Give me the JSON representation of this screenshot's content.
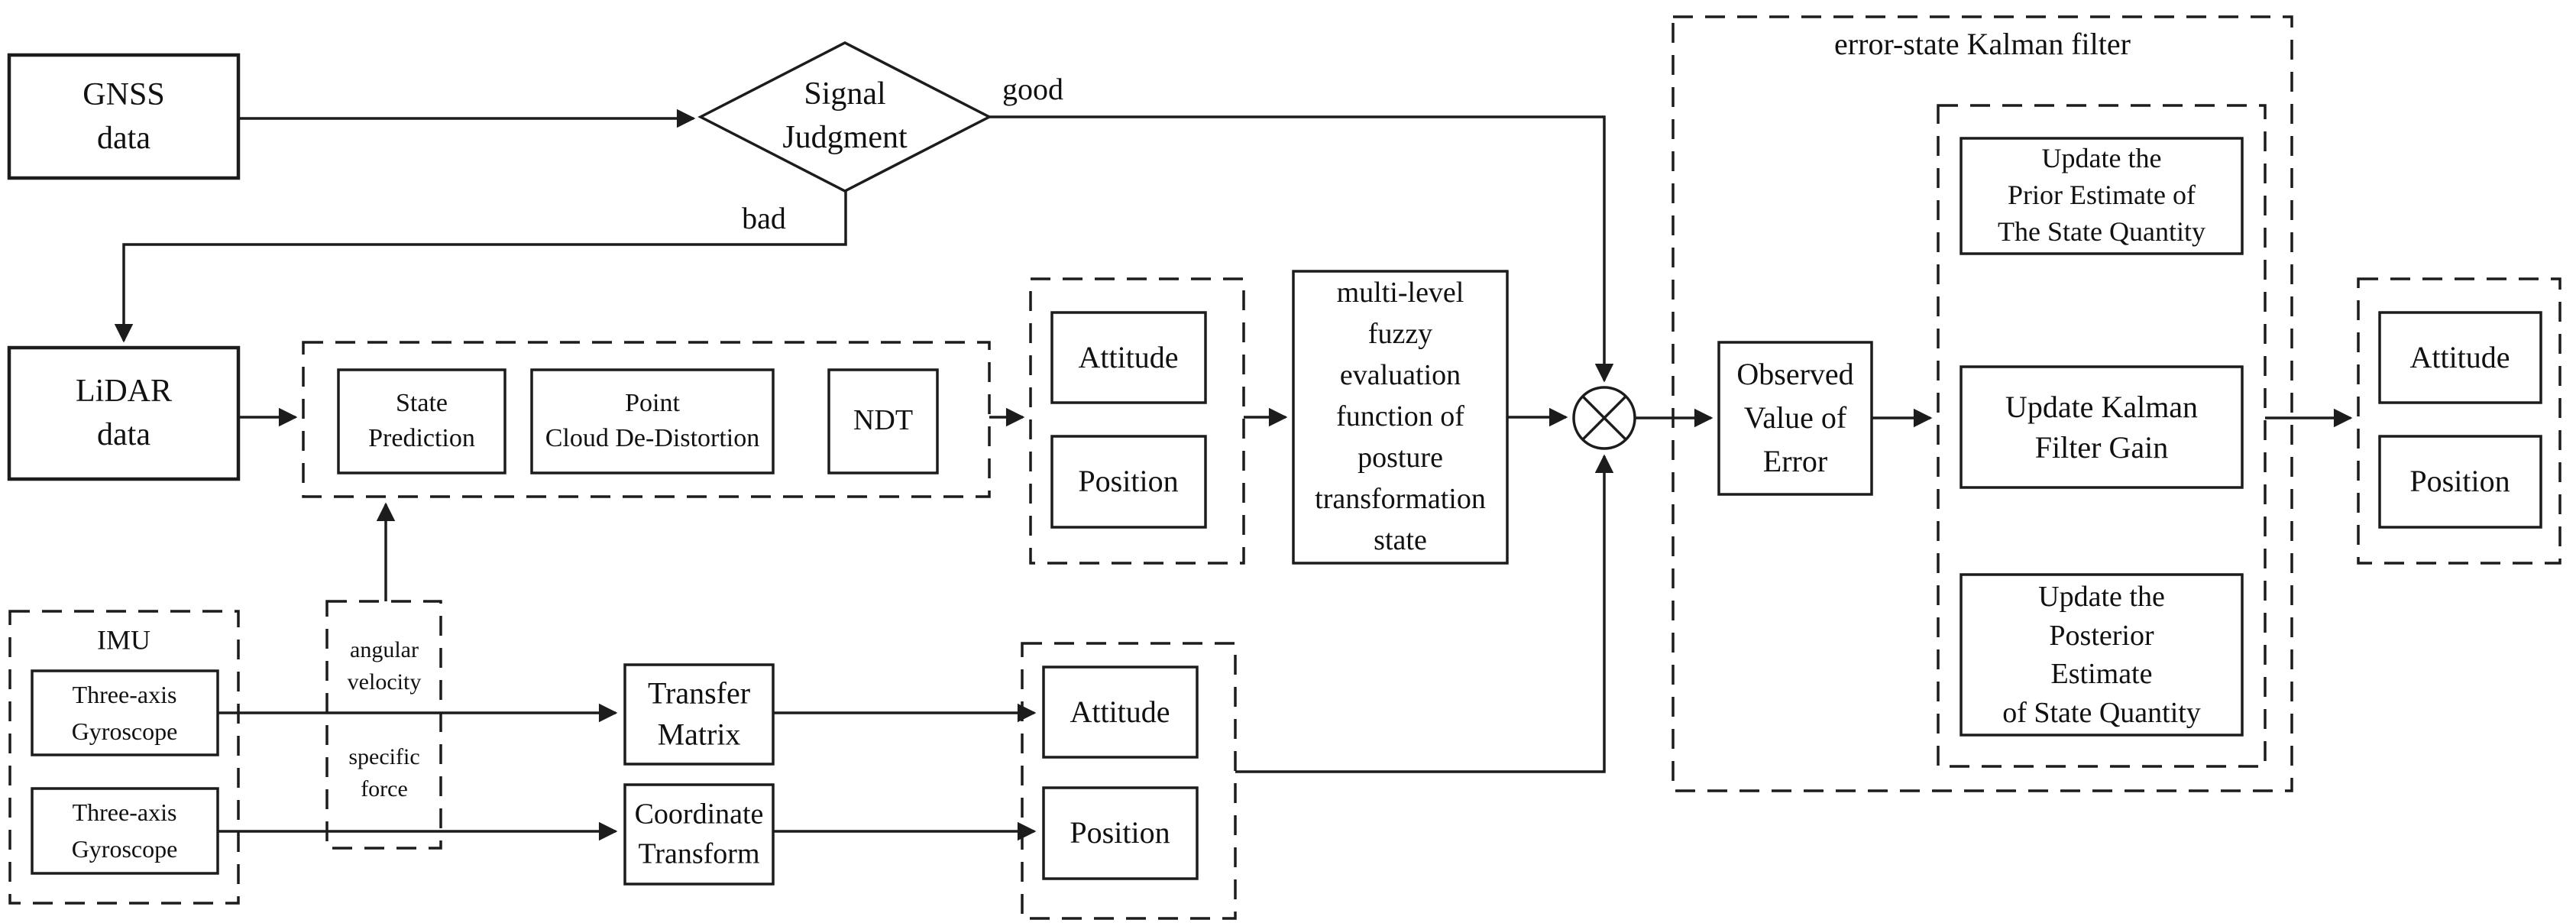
{
  "colors": {
    "ink": "#1c1c1c",
    "text": "#111111",
    "background": "#ffffff"
  },
  "nodes": {
    "gnss": "GNSS\ndata",
    "signal_judgment": "Signal\nJudgment",
    "lidar": "LiDAR\ndata",
    "state_prediction": "State\nPrediction",
    "point_cloud": "Point\nCloud De-Distortion",
    "ndt": "NDT",
    "attitude_lidar": "Attitude",
    "position_lidar": "Position",
    "fuzzy_function": "multi-level\nfuzzy\nevaluation\nfunction of\nposture\ntransformation\nstate",
    "observed_error": "Observed\nValue of\nError",
    "transfer_matrix": "Transfer\nMatrix",
    "coordinate_transform": "Coordinate\nTransform",
    "attitude_imu": "Attitude",
    "position_imu": "Position",
    "attitude_out": "Attitude",
    "position_out": "Position"
  },
  "labels": {
    "good": "good",
    "bad": "bad"
  },
  "kalman": {
    "title": "error-state Kalman filter",
    "update_prior": "Update the\nPrior Estimate of\nThe State Quantity",
    "update_gain": "Update Kalman\nFilter Gain",
    "update_posterior": "Update the\nPosterior\nEstimate\nof State Quantity"
  },
  "imu": {
    "title": "IMU",
    "gyro_top": "Three-axis\nGyroscope",
    "gyro_bottom": "Three-axis\nGyroscope",
    "angular_velocity": "angular\nvelocity",
    "specific_force": "specific\nforce"
  }
}
